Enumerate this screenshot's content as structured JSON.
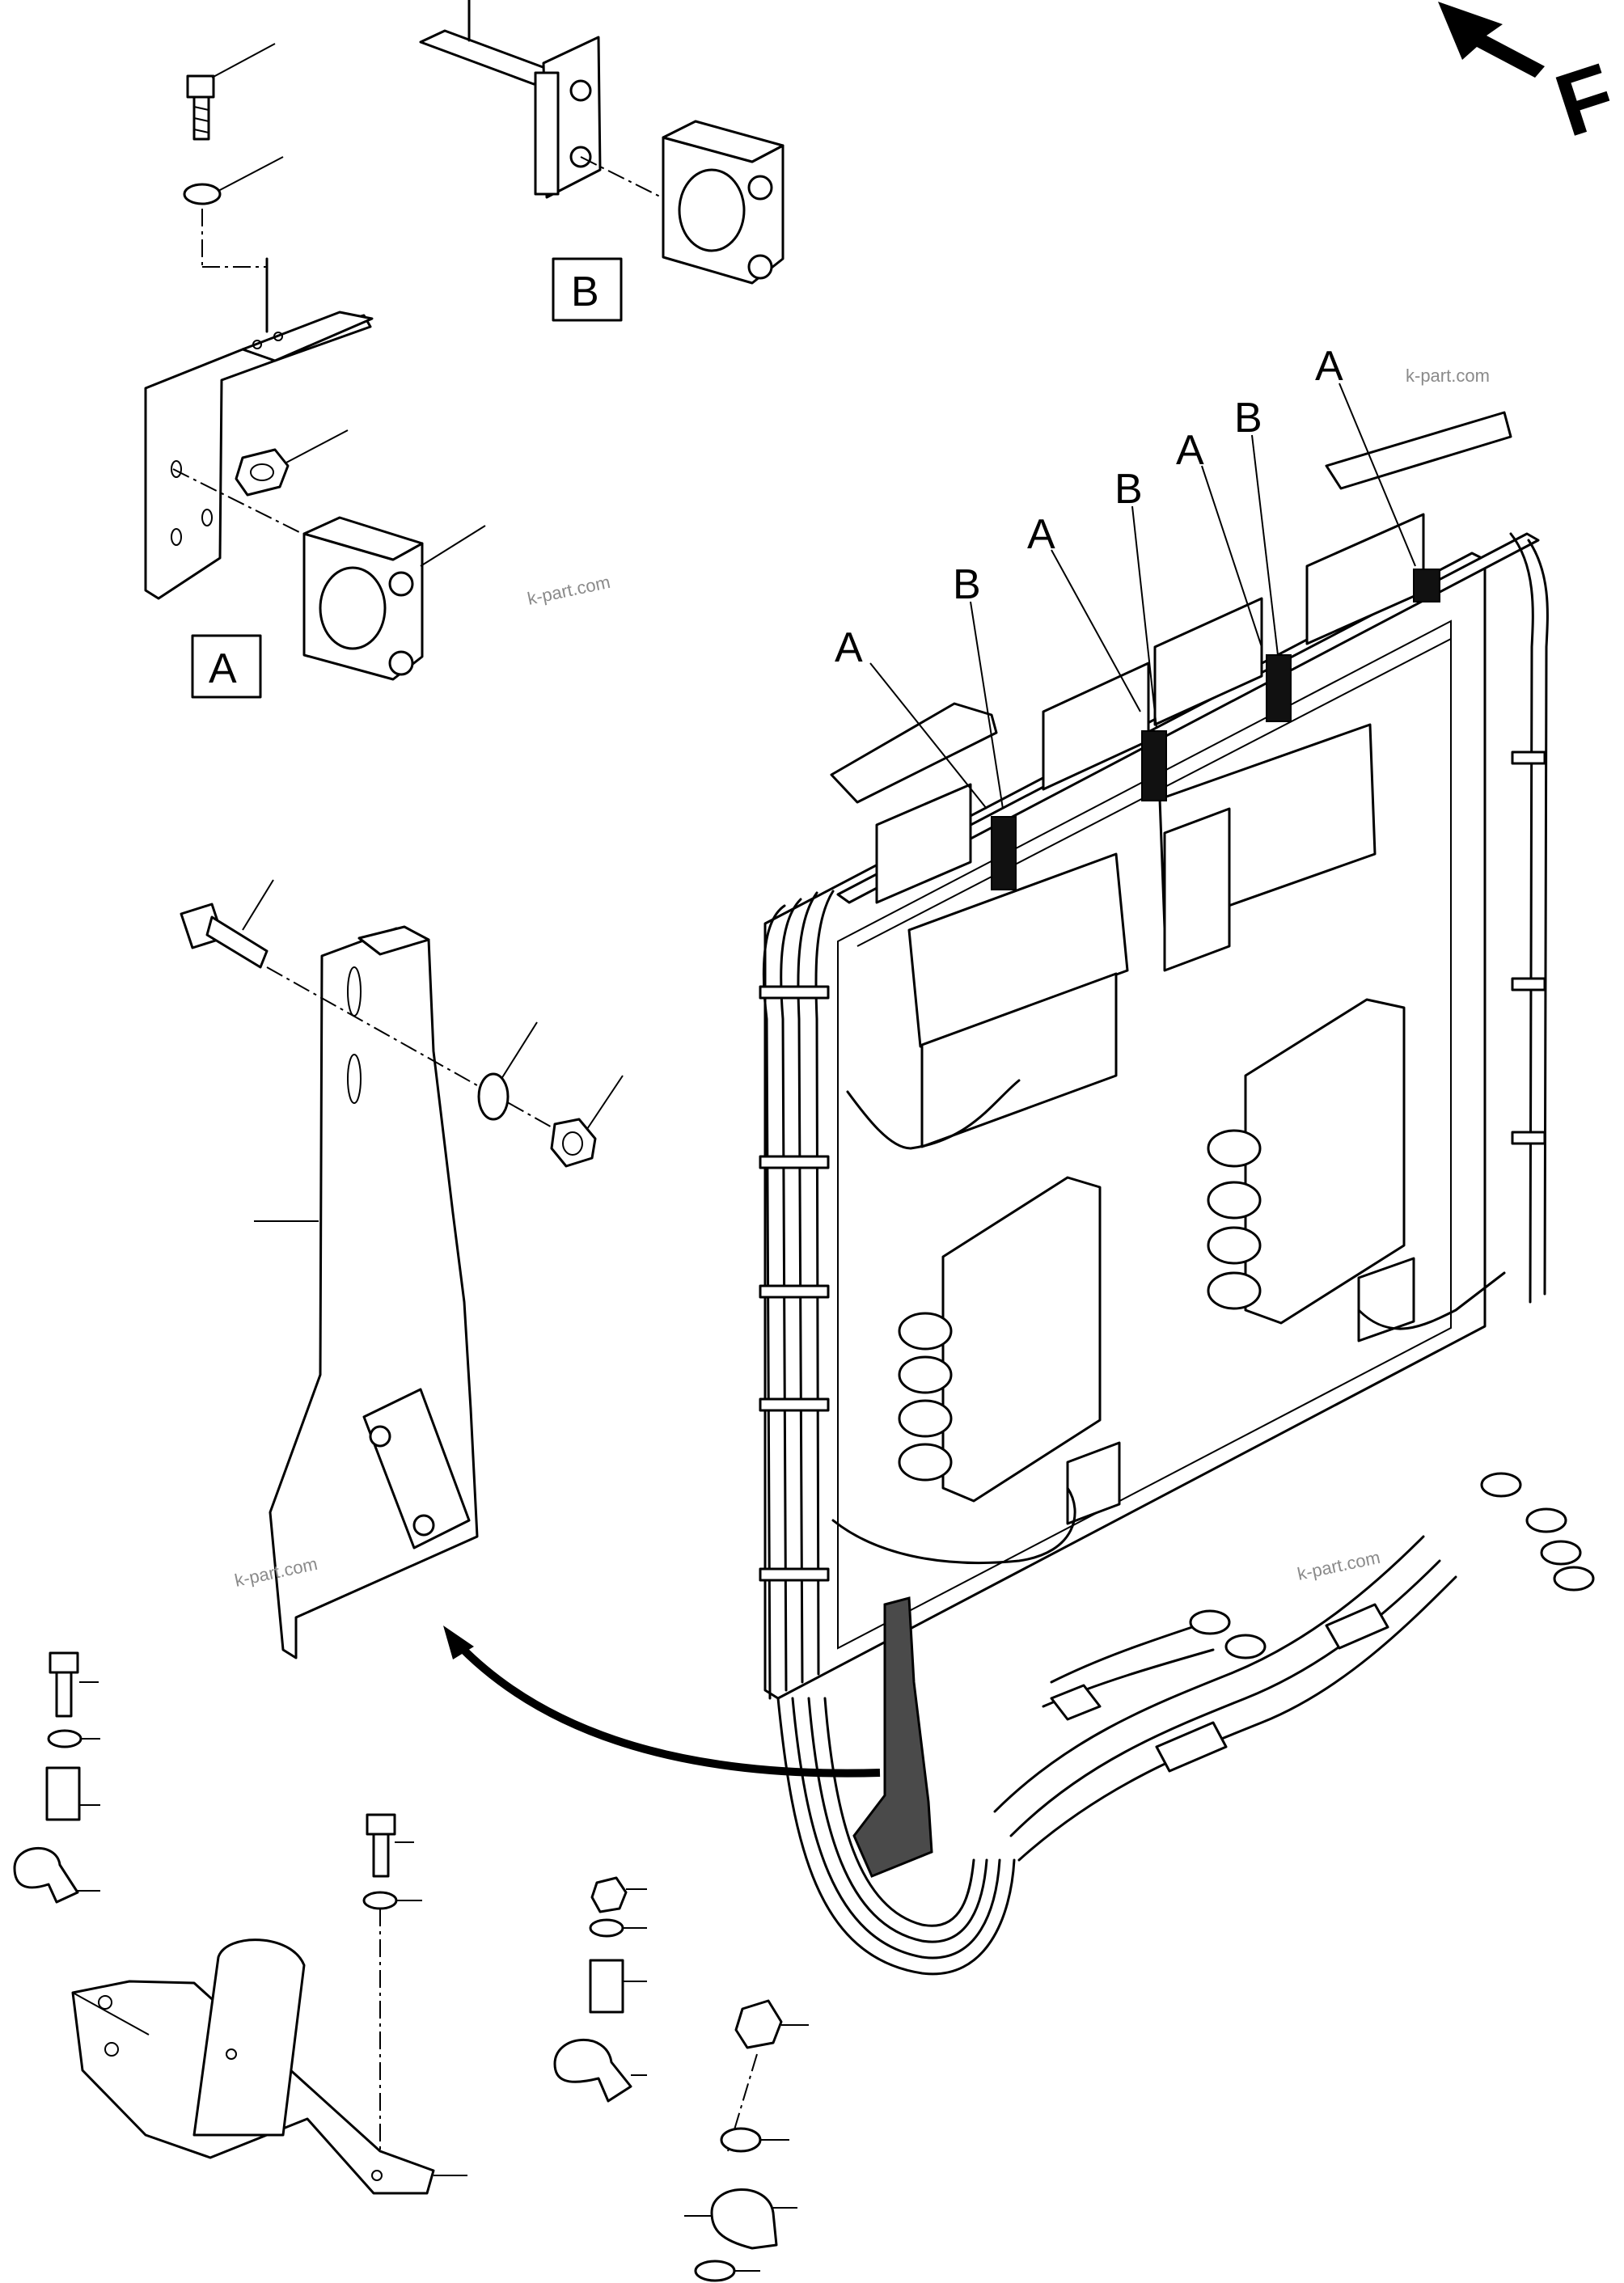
{
  "detail_labels": {
    "a": "A",
    "b": "B"
  },
  "front_marker": {
    "letter": "F"
  },
  "callouts": [
    "A",
    "B",
    "A",
    "B",
    "A",
    "B",
    "A"
  ],
  "watermark": "k-part.com"
}
